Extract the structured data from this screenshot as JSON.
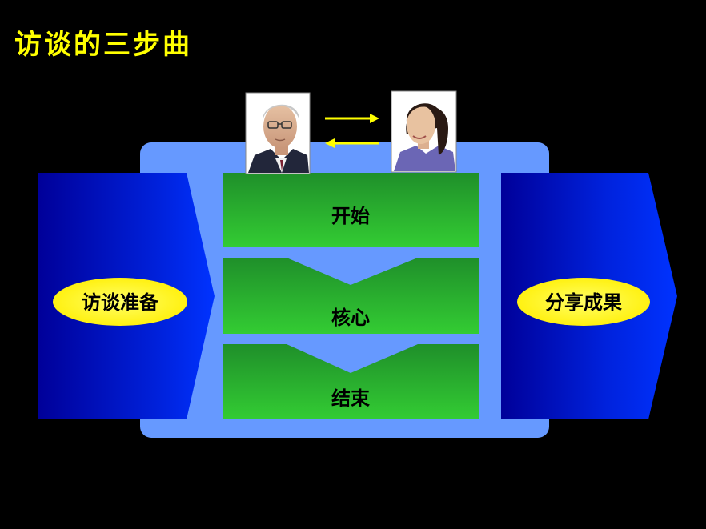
{
  "title": "访谈的三步曲",
  "left_pill": "访谈准备",
  "right_pill": "分享成果",
  "steps": [
    {
      "label": "开始"
    },
    {
      "label": "核心"
    },
    {
      "label": "结束"
    }
  ],
  "colors": {
    "background": "#000000",
    "title": "#ffff00",
    "panel": "#6699ff",
    "step_green_top": "#1f8f2a",
    "step_green_bottom": "#33cc33",
    "side_blue_dark": "#000099",
    "side_blue_light": "#0033ff",
    "pill": "#ffff00",
    "exchange_arrows": "#ffff00"
  }
}
